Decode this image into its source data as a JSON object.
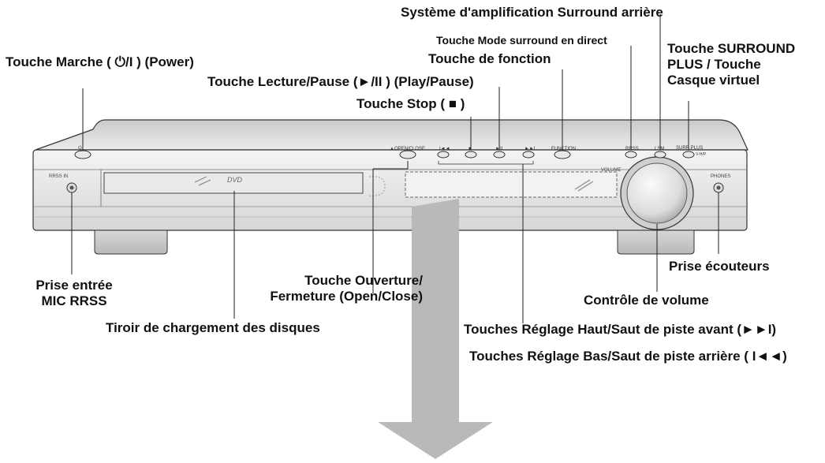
{
  "labels": {
    "rear_amp": "Système d'amplification Surround arrière",
    "direct_surround": "Touche Mode surround en direct",
    "function_key": "Touche de fonction",
    "power_key": "Touche Marche ( ⏻/I ) (Power)",
    "play_pause_key": "Touche Lecture/Pause (►/II ) (Play/Pause)",
    "stop_key": "Touche Stop ( ■ )",
    "surround_plus_line1": "Touche  SURROUND",
    "surround_plus_line2": "PLUS / Touche",
    "surround_plus_line3": "Casque virtuel",
    "mic_line1": "Prise entrée",
    "mic_line2": "MIC RRSS",
    "open_close_line1": "Touche Ouverture/",
    "open_close_line2": "Fermeture (Open/Close)",
    "disc_tray": "Tiroir de chargement des disques",
    "headphones": "Prise écouteurs",
    "volume": "Contrôle de volume",
    "tuning_up": "Touches Réglage Haut/Saut de piste avant (►►I)",
    "tuning_down": "Touches Réglage Bas/Saut de piste arrière ( I◄◄)"
  },
  "panel_text": {
    "rrss_in": "RRSS IN",
    "open_close": "▲OPEN/CLOSE",
    "function": "FUNCTION",
    "rrss": "RRSS",
    "lsm": "LSM",
    "surr_plus": "SURR.PLUS",
    "vhp": "V-H/P",
    "phones": "PHONES",
    "volume": "VOLUME",
    "dvd": "DVD",
    "prev": "I◄◄",
    "stop": "■",
    "play": "►II",
    "next": "►►I"
  },
  "colors": {
    "arrow": "#b9b9b9",
    "body": "#e2e2e2",
    "line": "#222222"
  }
}
